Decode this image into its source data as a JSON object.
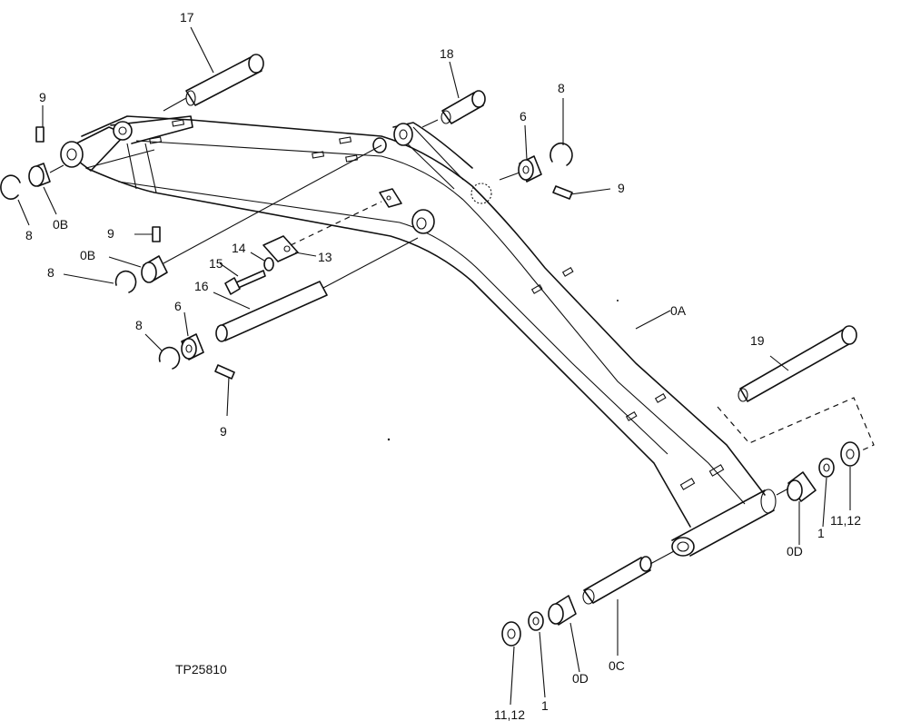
{
  "figure_id": "TP25810",
  "callouts": {
    "c17": "17",
    "c18": "18",
    "c9_top_left": "9",
    "c8_left": "8",
    "c0B_left": "0B",
    "c9_mid_left": "9",
    "c0B_mid": "0B",
    "c8_mid": "8",
    "c14": "14",
    "c15": "15",
    "c13": "13",
    "c16": "16",
    "c6_left": "6",
    "c8_lower_left": "8",
    "c9_lower_left": "9",
    "c6_right": "6",
    "c8_right": "8",
    "c9_right": "9",
    "c0A": "0A",
    "c19": "19",
    "c0D_right": "0D",
    "c1_right": "1",
    "c11_12_right": "11,12",
    "c0C": "0C",
    "c0D_bottom": "0D",
    "c1_bottom": "1",
    "c11_12_bottom": "11,12"
  }
}
